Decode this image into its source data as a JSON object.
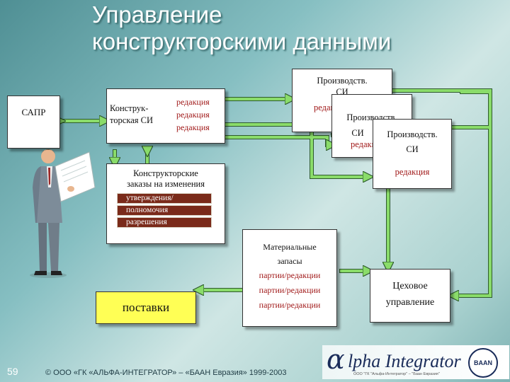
{
  "title": {
    "line1": "Управление",
    "line2": "конструкторскими данными"
  },
  "sapr": {
    "label": "САПР"
  },
  "design_si": {
    "line1": "Конструк-",
    "line2": "торская СИ",
    "revisions": [
      "редакция",
      "редакция",
      "редакция"
    ]
  },
  "change_orders": {
    "line1": "Конструкторские",
    "line2": "заказы на изменения",
    "items": [
      "утверждения/",
      "полномочия",
      "разрешения"
    ]
  },
  "prod_si": [
    {
      "line1": "Производств.",
      "line2": "СИ",
      "rev": "редакция"
    },
    {
      "line1": "Производств.",
      "line2": "СИ",
      "rev": "редакция"
    },
    {
      "line1": "Производств.",
      "line2": "СИ",
      "rev": "редакция"
    }
  ],
  "material": {
    "line1": "Материальные",
    "line2": "запасы",
    "rows": [
      "партии/редакции",
      "партии/редакции",
      "партии/редакции"
    ]
  },
  "supplies": {
    "label": "поставки"
  },
  "shop": {
    "line1": "Цеховое",
    "line2": "управление"
  },
  "footer": {
    "page": "59",
    "copyright": "© ООО «ГК «АЛЬФА-ИНТЕГРАТОР» – «БААН Евразия» 1999-2003"
  },
  "logo": {
    "alpha": "α",
    "text": "lpha Integrator",
    "badge": "BAAN",
    "tag": "ООО \"ГК \"Альфа-Интегратор\" – \"Баан Евразия\""
  },
  "colors": {
    "arrow": "#8adc6a",
    "revision": "#a01818",
    "strip": "#7a2a1a",
    "supplies_bg": "#ffff55"
  }
}
